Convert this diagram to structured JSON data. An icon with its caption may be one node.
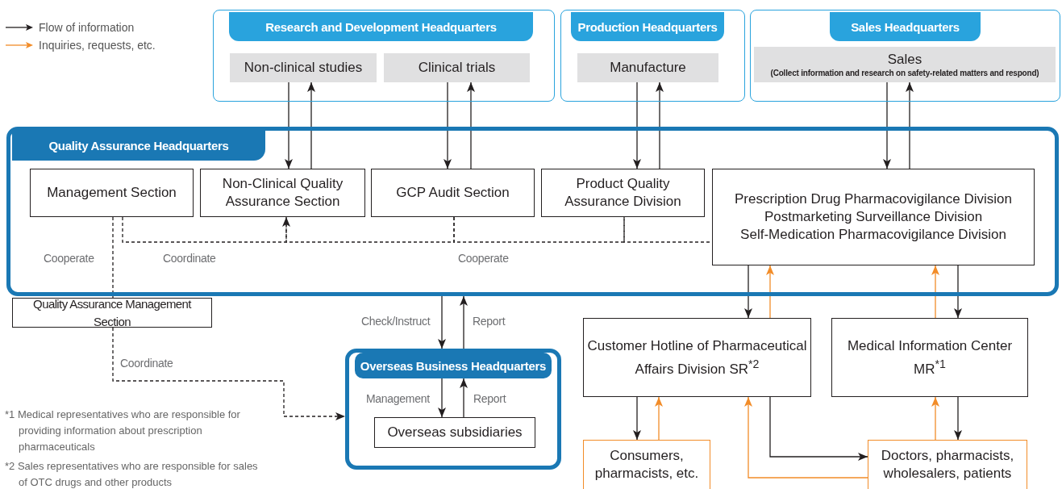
{
  "diagram": {
    "nodes": [
      {
        "text": [
          "Research and Development Headquarters"
        ]
      },
      {
        "text": [
          "Non-clinical studies"
        ],
        "in": 0
      },
      {
        "text": [
          "Clinical trials"
        ],
        "in": 0
      },
      {
        "text": [
          "Production Headquarters"
        ]
      },
      {
        "text": [
          "Manufacture"
        ],
        "in": 3
      },
      {
        "text": [
          "Sales Headquarters"
        ]
      },
      {
        "text": [
          "Sales",
          "(Collect information and research on safety-related matters and respond)"
        ],
        "in": 5
      },
      {
        "text": [
          "Quality Assurance Headquarters"
        ]
      },
      {
        "text": [
          "Management Section"
        ],
        "in": 7
      },
      {
        "text": [
          "Non-Clinical Quality Assurance Section"
        ],
        "in": 7
      },
      {
        "text": [
          "GCP Audit Section"
        ],
        "in": 7
      },
      {
        "text": [
          "Product Quality Assurance Division"
        ],
        "in": 7
      },
      {
        "text": [
          "Prescription Drug Pharmacovigilance Division",
          "Postmarketing Surveillance Division",
          "Self-Medication Pharmacovigilance Division"
        ],
        "in": 7
      },
      {
        "text": [
          "Quality Assurance Management Section"
        ]
      },
      {
        "text": [],
        "shape": "box"
      },
      {
        "text": [
          "Overseas Business Headquarters"
        ],
        "in": 14
      },
      {
        "text": [
          "Overseas subsidiaries"
        ],
        "in": 14
      },
      {
        "text": [
          "Customer Hotline of Pharmaceutical Affairs Division SR$^{*2}$"
        ]
      },
      {
        "text": [
          "Medical Information Center MR$^{*1}$"
        ]
      },
      {
        "text": [
          "Consumers, pharmacists, etc."
        ]
      },
      {
        "text": [
          "Doctors, pharmacists, wholesalers, patients"
        ]
      }
    ],
    "edges": [
      {
        "from": 1,
        "to": 9,
        "arrow": "to"
      },
      {
        "from": 9,
        "to": 1,
        "arrow": "to"
      },
      {
        "from": 2,
        "to": 10,
        "arrow": "to"
      },
      {
        "from": 10,
        "to": 2,
        "arrow": "to"
      },
      {
        "from": 4,
        "to": 11,
        "arrow": "to"
      },
      {
        "from": 11,
        "to": 4,
        "arrow": "to"
      },
      {
        "from": 6,
        "to": 12,
        "arrow": "to"
      },
      {
        "from": 12,
        "to": 6,
        "arrow": "to"
      },
      {
        "from": 8,
        "to": 9,
        "arrow": "to",
        "style": "dashed",
        "label": "Coordinate"
      },
      {
        "from": 9,
        "to": 10,
        "arrow": "none",
        "style": "dashed",
        "label": "Cooperate"
      },
      {
        "from": 10,
        "to": 11,
        "arrow": "none",
        "style": "dashed"
      },
      {
        "from": 11,
        "to": 12,
        "arrow": "none",
        "style": "dashed"
      },
      {
        "from": 8,
        "to": 13,
        "arrow": "none",
        "style": "dashed",
        "label": "Cooperate"
      },
      {
        "from": 13,
        "to": 14,
        "arrow": "to",
        "style": "dashed",
        "label": "Coordinate"
      },
      {
        "from": 7,
        "to": 14,
        "arrow": "to",
        "label": "Check/Instruct"
      },
      {
        "from": 14,
        "to": 7,
        "arrow": "to",
        "label": "Report"
      },
      {
        "from": 15,
        "to": 16,
        "arrow": "to",
        "label": "Management"
      },
      {
        "from": 16,
        "to": 15,
        "arrow": "to",
        "label": "Report"
      },
      {
        "from": 12,
        "to": 17,
        "arrow": "to"
      },
      {
        "from": 17,
        "to": 12,
        "arrow": "to",
        "color": "#f28c28"
      },
      {
        "from": 18,
        "to": 12,
        "arrow": "to",
        "color": "#f28c28"
      },
      {
        "from": 12,
        "to": 18,
        "arrow": "to"
      },
      {
        "from": 17,
        "to": 19,
        "arrow": "to"
      },
      {
        "from": 19,
        "to": 17,
        "arrow": "to",
        "color": "#f28c28"
      },
      {
        "from": 17,
        "to": 20,
        "arrow": "to"
      },
      {
        "from": 20,
        "to": 17,
        "arrow": "to",
        "color": "#f28c28"
      },
      {
        "from": 20,
        "to": 18,
        "arrow": "to",
        "color": "#f28c28"
      },
      {
        "from": 18,
        "to": 20,
        "arrow": "to"
      }
    ],
    "labels": [
      "*1 Medical representatives who are responsible for providing information about prescription pharmaceuticals",
      "*2 Sales representatives who are responsible for sales of OTC drugs and other products"
    ],
    "legend": [
      {
        "text": "Flow of information"
      },
      {
        "text": "Inquiries, requests, etc."
      }
    ]
  }
}
